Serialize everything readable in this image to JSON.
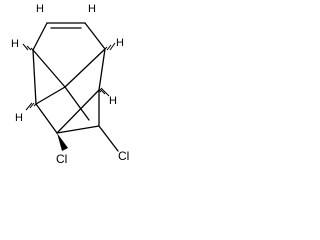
{
  "molecule": {
    "labels": {
      "h_top_left": "H",
      "h_top_right": "H",
      "h_upper_left": "H",
      "h_upper_right": "H",
      "h_lower_left": "H",
      "h_lower_right": "H",
      "cl_right": "Cl",
      "cl_bottom": "Cl"
    },
    "colors": {
      "bond": "#000000",
      "label": "#000000",
      "background": "#ffffff"
    }
  }
}
